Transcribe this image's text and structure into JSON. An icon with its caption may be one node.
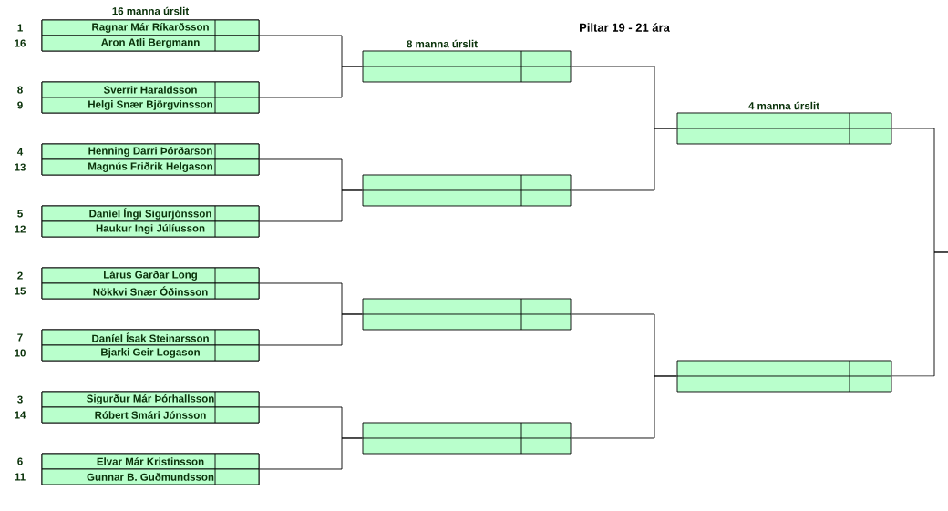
{
  "diagram": {
    "title": "Piltar 19 - 21 ára",
    "nodes": [
      {
        "text": [],
        "shape": "box"
      },
      {
        "text": [
          "Ragnar Már Ríkarðsson"
        ],
        "in": 0,
        "beside": [
          "1"
        ]
      },
      {
        "text": [
          "Aron Atli Bergmann"
        ],
        "in": 0,
        "beside": [
          "16"
        ]
      },
      {
        "text": [],
        "shape": "box"
      },
      {
        "text": [
          "Sverrir Haraldsson"
        ],
        "in": 3,
        "beside": [
          "8"
        ]
      },
      {
        "text": [
          "Helgi Snær Björgvinsson"
        ],
        "in": 3,
        "beside": [
          "9"
        ]
      },
      {
        "text": [],
        "shape": "box"
      },
      {
        "text": [
          "Henning Darri Þórðarson"
        ],
        "in": 6,
        "beside": [
          "4"
        ]
      },
      {
        "text": [
          "Magnús Friðrik Helgason"
        ],
        "in": 6,
        "beside": [
          "13"
        ]
      },
      {
        "text": [],
        "shape": "box"
      },
      {
        "text": [
          "Daníel Íngi Sigurjónsson"
        ],
        "in": 9,
        "beside": [
          "5"
        ]
      },
      {
        "text": [
          "Haukur Ingi Júlíusson"
        ],
        "in": 9,
        "beside": [
          "12"
        ]
      },
      {
        "text": [],
        "shape": "box"
      },
      {
        "text": [
          "Lárus Garðar Long"
        ],
        "in": 12,
        "beside": [
          "2"
        ]
      },
      {
        "text": [
          "Nökkvi Snær Óðinsson"
        ],
        "in": 12,
        "beside": [
          "15"
        ]
      },
      {
        "text": [],
        "shape": "box"
      },
      {
        "text": [
          "Daníel Ísak Steinarsson"
        ],
        "in": 15,
        "beside": [
          "7"
        ]
      },
      {
        "text": [
          "Bjarki Geir Logason"
        ],
        "in": 15,
        "beside": [
          "10"
        ]
      },
      {
        "text": [],
        "shape": "box"
      },
      {
        "text": [
          "Sigurður Már Þórhallsson"
        ],
        "in": 18,
        "beside": [
          "3"
        ]
      },
      {
        "text": [
          "Róbert Smári Jónsson"
        ],
        "in": 18,
        "beside": [
          "14"
        ]
      },
      {
        "text": [],
        "shape": "box"
      },
      {
        "text": [
          "Elvar Már Kristinsson"
        ],
        "in": 21,
        "beside": [
          "6"
        ]
      },
      {
        "text": [
          "Gunnar B. Guðmundsson"
        ],
        "in": 21,
        "beside": [
          "11"
        ]
      },
      {
        "text": [],
        "shape": "box"
      },
      {
        "text": [],
        "shape": "box"
      },
      {
        "text": [],
        "shape": "box"
      },
      {
        "text": [],
        "shape": "box"
      },
      {
        "text": [],
        "shape": "box"
      },
      {
        "text": [],
        "shape": "box"
      }
    ],
    "edges": [
      {
        "from": 0,
        "to": 24,
        "arrow": "none"
      },
      {
        "from": 3,
        "to": 24,
        "arrow": "none"
      },
      {
        "from": 6,
        "to": 25,
        "arrow": "none"
      },
      {
        "from": 9,
        "to": 25,
        "arrow": "none"
      },
      {
        "from": 12,
        "to": 26,
        "arrow": "none"
      },
      {
        "from": 15,
        "to": 26,
        "arrow": "none"
      },
      {
        "from": 18,
        "to": 27,
        "arrow": "none"
      },
      {
        "from": 21,
        "to": 27,
        "arrow": "none"
      },
      {
        "from": 24,
        "to": 28,
        "arrow": "none"
      },
      {
        "from": 25,
        "to": 28,
        "arrow": "none"
      },
      {
        "from": 26,
        "to": 29,
        "arrow": "none"
      },
      {
        "from": 27,
        "to": 29,
        "arrow": "none"
      },
      {
        "from": 28,
        "to": null,
        "arrow": "none"
      },
      {
        "from": 29,
        "to": null,
        "arrow": "none"
      }
    ],
    "labels": [
      "16 manna úrslit",
      "8 manna úrslit",
      "4 manna úrslit"
    ]
  }
}
